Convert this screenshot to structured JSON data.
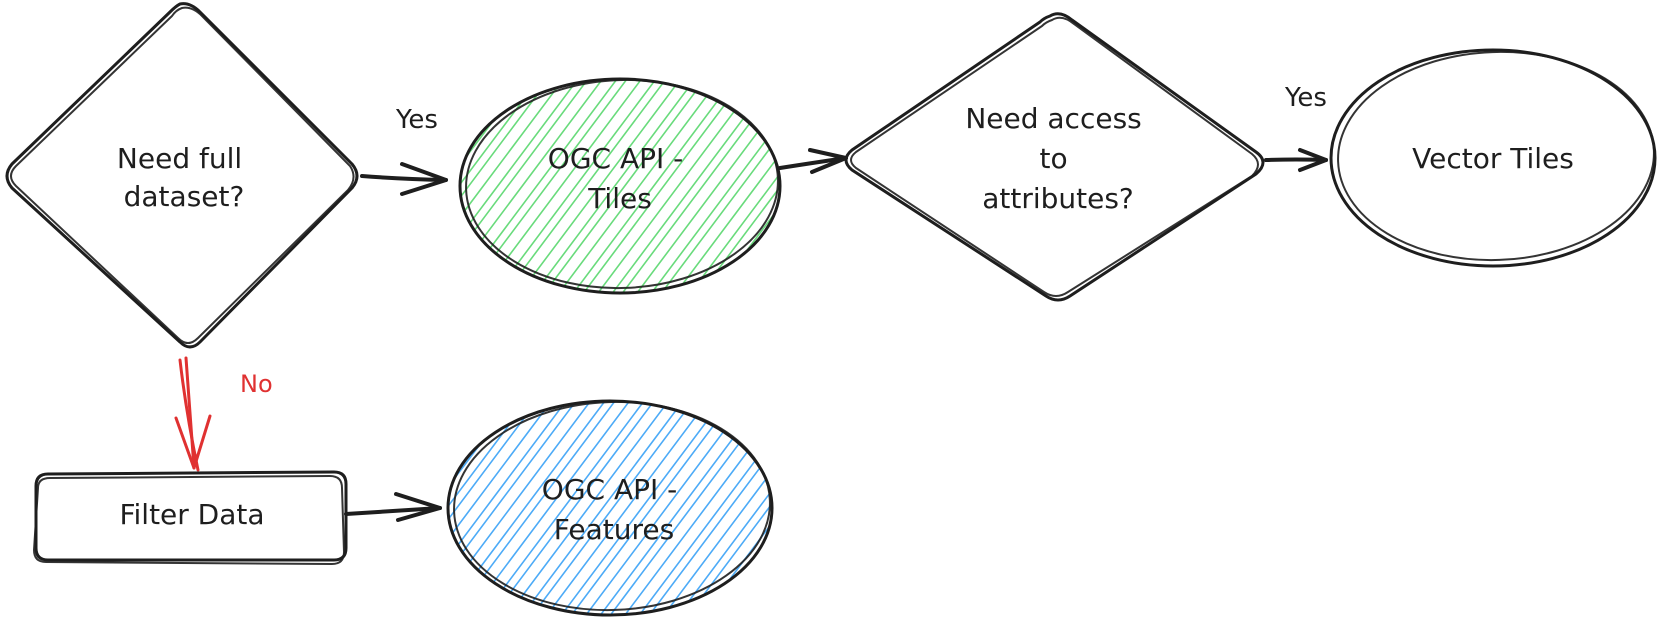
{
  "diagram": {
    "nodes": {
      "need_full": {
        "lines": [
          "Need full",
          "dataset?"
        ]
      },
      "tiles": {
        "lines": [
          "OGC API -",
          "Tiles"
        ]
      },
      "need_access": {
        "lines": [
          "Need access",
          "to",
          "attributes?"
        ]
      },
      "vector": {
        "lines": [
          "Vector Tiles"
        ]
      },
      "filter": {
        "lines": [
          "Filter Data"
        ]
      },
      "features": {
        "lines": [
          "OGC API -",
          "Features"
        ]
      }
    },
    "edges": {
      "yes1": "Yes",
      "yes2": "Yes",
      "no": "No"
    },
    "colors": {
      "stroke": "#1e1e1e",
      "tiles_fill": "#b2f2bb",
      "tiles_hatch": "#69db7c",
      "features_fill": "#a5d8ff",
      "features_hatch": "#4dabf7",
      "no_edge": "#e03131"
    }
  }
}
